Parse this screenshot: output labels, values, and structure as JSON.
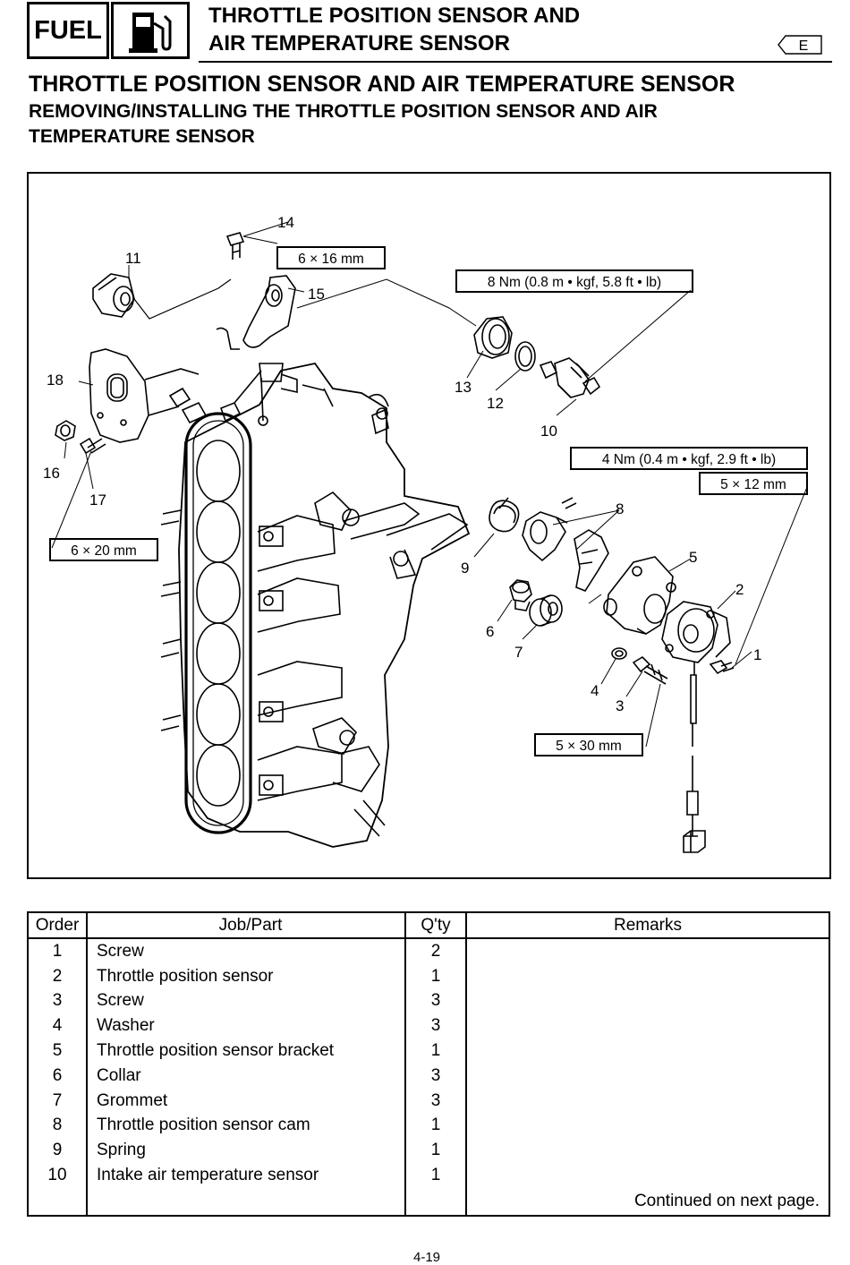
{
  "header": {
    "section_tab": "FUEL",
    "section_icon": "fuel-pump-icon",
    "title_line1": "THROTTLE POSITION SENSOR AND",
    "title_line2": "AIR TEMPERATURE SENSOR",
    "language_badge": "E"
  },
  "main_title": "THROTTLE POSITION SENSOR AND AIR TEMPERATURE SENSOR",
  "sub_title": "REMOVING/INSTALLING THE THROTTLE POSITION SENSOR AND AIR TEMPERATURE SENSOR",
  "diagram": {
    "callouts": [
      "1",
      "2",
      "3",
      "4",
      "5",
      "6",
      "7",
      "8",
      "9",
      "10",
      "11",
      "12",
      "13",
      "14",
      "15",
      "16",
      "17",
      "18"
    ],
    "specs": {
      "bolt_14": "6 × 16 mm",
      "torque_10": "8 Nm (0.8 m • kgf, 5.8 ft • lb)",
      "torque_1": "4 Nm (0.4 m • kgf, 2.9 ft • lb)",
      "bolt_1": "5 × 12 mm",
      "bolt_17": "6 × 20 mm",
      "bolt_3": "5 × 30 mm"
    }
  },
  "table": {
    "headers": {
      "order": "Order",
      "job": "Job/Part",
      "qty": "Q'ty",
      "remarks": "Remarks"
    },
    "rows": [
      {
        "order": "1",
        "job": "Screw",
        "qty": "2",
        "remarks": ""
      },
      {
        "order": "2",
        "job": "Throttle position sensor",
        "qty": "1",
        "remarks": ""
      },
      {
        "order": "3",
        "job": "Screw",
        "qty": "3",
        "remarks": ""
      },
      {
        "order": "4",
        "job": "Washer",
        "qty": "3",
        "remarks": ""
      },
      {
        "order": "5",
        "job": "Throttle position sensor bracket",
        "qty": "1",
        "remarks": ""
      },
      {
        "order": "6",
        "job": "Collar",
        "qty": "3",
        "remarks": ""
      },
      {
        "order": "7",
        "job": "Grommet",
        "qty": "3",
        "remarks": ""
      },
      {
        "order": "8",
        "job": "Throttle position sensor cam",
        "qty": "1",
        "remarks": ""
      },
      {
        "order": "9",
        "job": "Spring",
        "qty": "1",
        "remarks": ""
      },
      {
        "order": "10",
        "job": "Intake air temperature sensor",
        "qty": "1",
        "remarks": ""
      }
    ],
    "continued_note": "Continued on next page."
  },
  "page_number": "4-19"
}
